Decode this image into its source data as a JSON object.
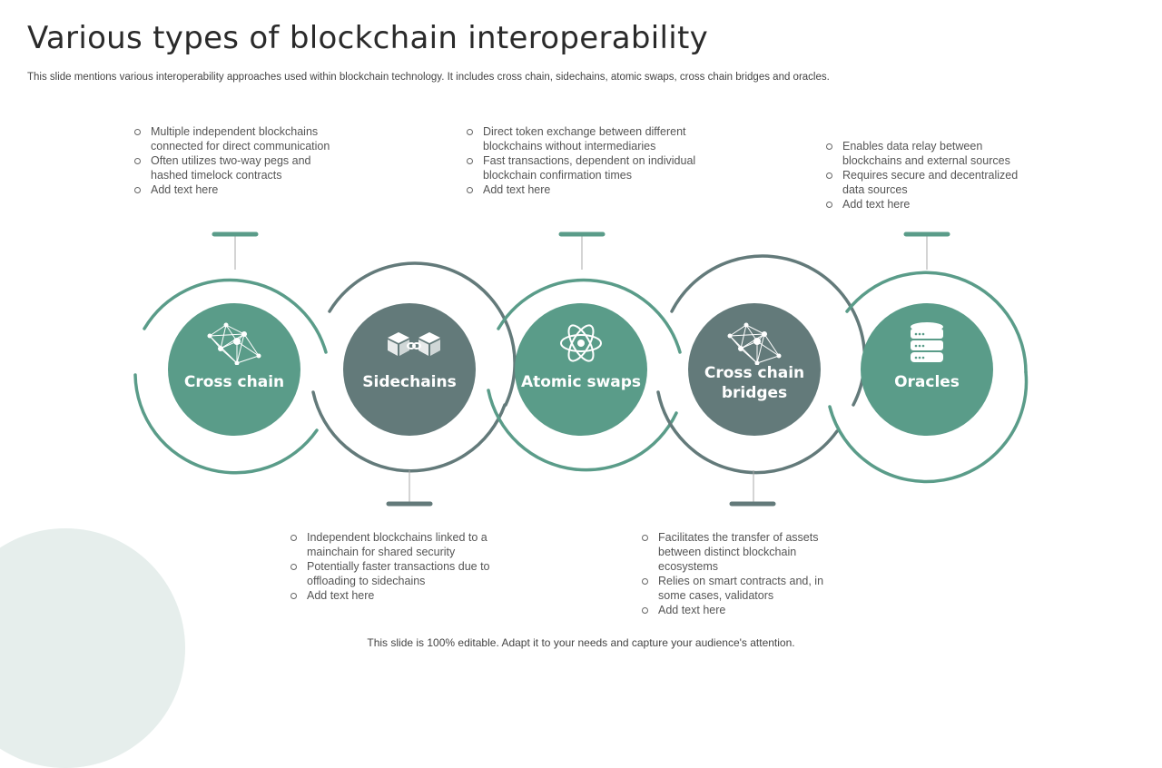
{
  "title": "Various types of blockchain interoperability",
  "subtitle": "This slide mentions various interoperability approaches used within blockchain technology. It includes cross chain, sidechains, atomic swaps, cross chain bridges and oracles.",
  "footer": "This slide is 100% editable. Adapt it to your needs and capture your audience's attention.",
  "colors": {
    "green": "#5a9c89",
    "slate": "#637a7a"
  },
  "nodes": [
    {
      "label": "Cross chain",
      "icon": "network-icon",
      "color": "green",
      "bullets": [
        "Multiple independent  blockchains connected for direct communication",
        "Often utilizes two-way pegs and hashed timelock contracts",
        "Add text here"
      ]
    },
    {
      "label": "Sidechains",
      "icon": "linked-cubes-icon",
      "color": "slate",
      "bullets": [
        "Independent  blockchains linked to a mainchain for shared security",
        "Potentially faster transactions due to offloading  to sidechains",
        "Add text here"
      ]
    },
    {
      "label": "Atomic swaps",
      "icon": "atom-icon",
      "color": "green",
      "bullets": [
        "Direct token exchange between different  blockchains without intermediaries",
        "Fast transactions, dependent  on individual  blockchain confirmation times",
        "Add text here"
      ]
    },
    {
      "label": "Cross chain bridges",
      "icon": "network-icon",
      "color": "slate",
      "bullets": [
        "Facilitates the transfer  of assets between distinct blockchain ecosystems",
        "Relies on smart contracts and,  in some cases, validators",
        "Add text here"
      ]
    },
    {
      "label": "Oracles",
      "icon": "database-icon",
      "color": "green",
      "bullets": [
        "Enables data relay between blockchains and external sources",
        "Requires  secure and decentralized data sources",
        "Add text here"
      ]
    }
  ]
}
